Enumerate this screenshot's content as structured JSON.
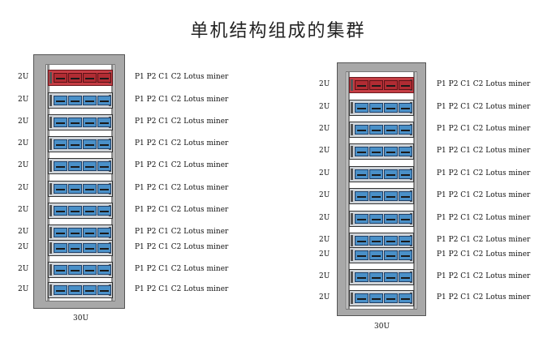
{
  "title": "单机结构组成的集群",
  "racks": [
    {
      "capacity_label": "30U",
      "servers": [
        {
          "u_label": "2U",
          "label": "P1 P2 C1 C2 Lotus miner",
          "color": "red"
        },
        {
          "u_label": "2U",
          "label": "P1 P2 C1 C2 Lotus miner",
          "color": "gray"
        },
        {
          "u_label": "2U",
          "label": "P1 P2 C1 C2 Lotus miner",
          "color": "gray"
        },
        {
          "u_label": "2U",
          "label": "P1 P2 C1 C2 Lotus miner",
          "color": "gray"
        },
        {
          "u_label": "2U",
          "label": "P1 P2 C1 C2 Lotus miner",
          "color": "gray"
        },
        {
          "u_label": "2U",
          "label": "P1 P2 C1 C2 Lotus miner",
          "color": "gray"
        },
        {
          "u_label": "2U",
          "label": "P1 P2 C1 C2 Lotus miner",
          "color": "gray"
        },
        {
          "u_label": "2U",
          "label": "P1 P2 C1 C2 Lotus miner",
          "color": "gray"
        },
        {
          "u_label": "2U",
          "label": "P1 P2 C1 C2 Lotus miner",
          "color": "gray"
        },
        {
          "u_label": "2U",
          "label": "P1 P2 C1 C2 Lotus miner",
          "color": "gray"
        },
        {
          "u_label": "2U",
          "label": "P1 P2 C1 C2 Lotus miner",
          "color": "gray"
        }
      ]
    },
    {
      "capacity_label": "30U",
      "servers": [
        {
          "u_label": "2U",
          "label": "P1 P2 C1 C2 Lotus miner",
          "color": "red"
        },
        {
          "u_label": "2U",
          "label": "P1 P2 C1 C2 Lotus miner",
          "color": "gray"
        },
        {
          "u_label": "2U",
          "label": "P1 P2 C1 C2 Lotus miner",
          "color": "gray"
        },
        {
          "u_label": "2U",
          "label": "P1 P2 C1 C2 Lotus miner",
          "color": "gray"
        },
        {
          "u_label": "2U",
          "label": "P1 P2 C1 C2 Lotus miner",
          "color": "gray"
        },
        {
          "u_label": "2U",
          "label": "P1 P2 C1 C2 Lotus miner",
          "color": "gray"
        },
        {
          "u_label": "2U",
          "label": "P1 P2 C1 C2 Lotus miner",
          "color": "gray"
        },
        {
          "u_label": "2U",
          "label": "P1 P2 C1 C2 Lotus miner",
          "color": "gray"
        },
        {
          "u_label": "2U",
          "label": "P1 P2 C1 C2 Lotus miner",
          "color": "gray"
        },
        {
          "u_label": "2U",
          "label": "P1 P2 C1 C2 Lotus miner",
          "color": "gray"
        },
        {
          "u_label": "2U",
          "label": "P1 P2 C1 C2 Lotus miner",
          "color": "gray"
        }
      ]
    }
  ]
}
